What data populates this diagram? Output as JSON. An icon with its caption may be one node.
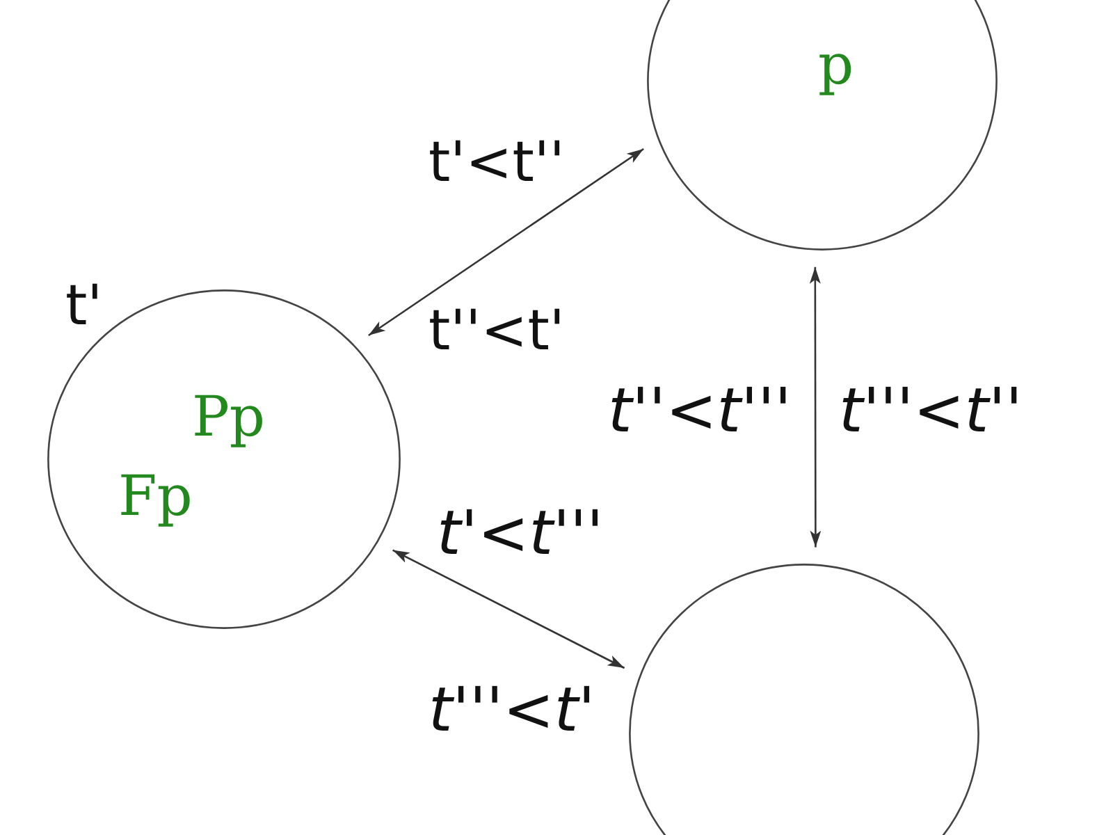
{
  "diagram": {
    "nodes": [
      {
        "text": [
          "Pp",
          "Fp"
        ],
        "beside": [
          "t'"
        ]
      },
      {
        "text": [
          "p"
        ]
      },
      {
        "text": [],
        "shape": "circle"
      }
    ],
    "edges": [
      {
        "from": 0,
        "to": 1,
        "arrow": "both"
      },
      {
        "from": 1,
        "to": 2,
        "arrow": "both"
      },
      {
        "from": 0,
        "to": 2,
        "arrow": "both"
      }
    ],
    "labels": [
      "t'<t''",
      "t''<t'",
      "t''<t'''",
      "t'''<t''",
      "t'<t'''",
      "t'''<t'"
    ]
  }
}
